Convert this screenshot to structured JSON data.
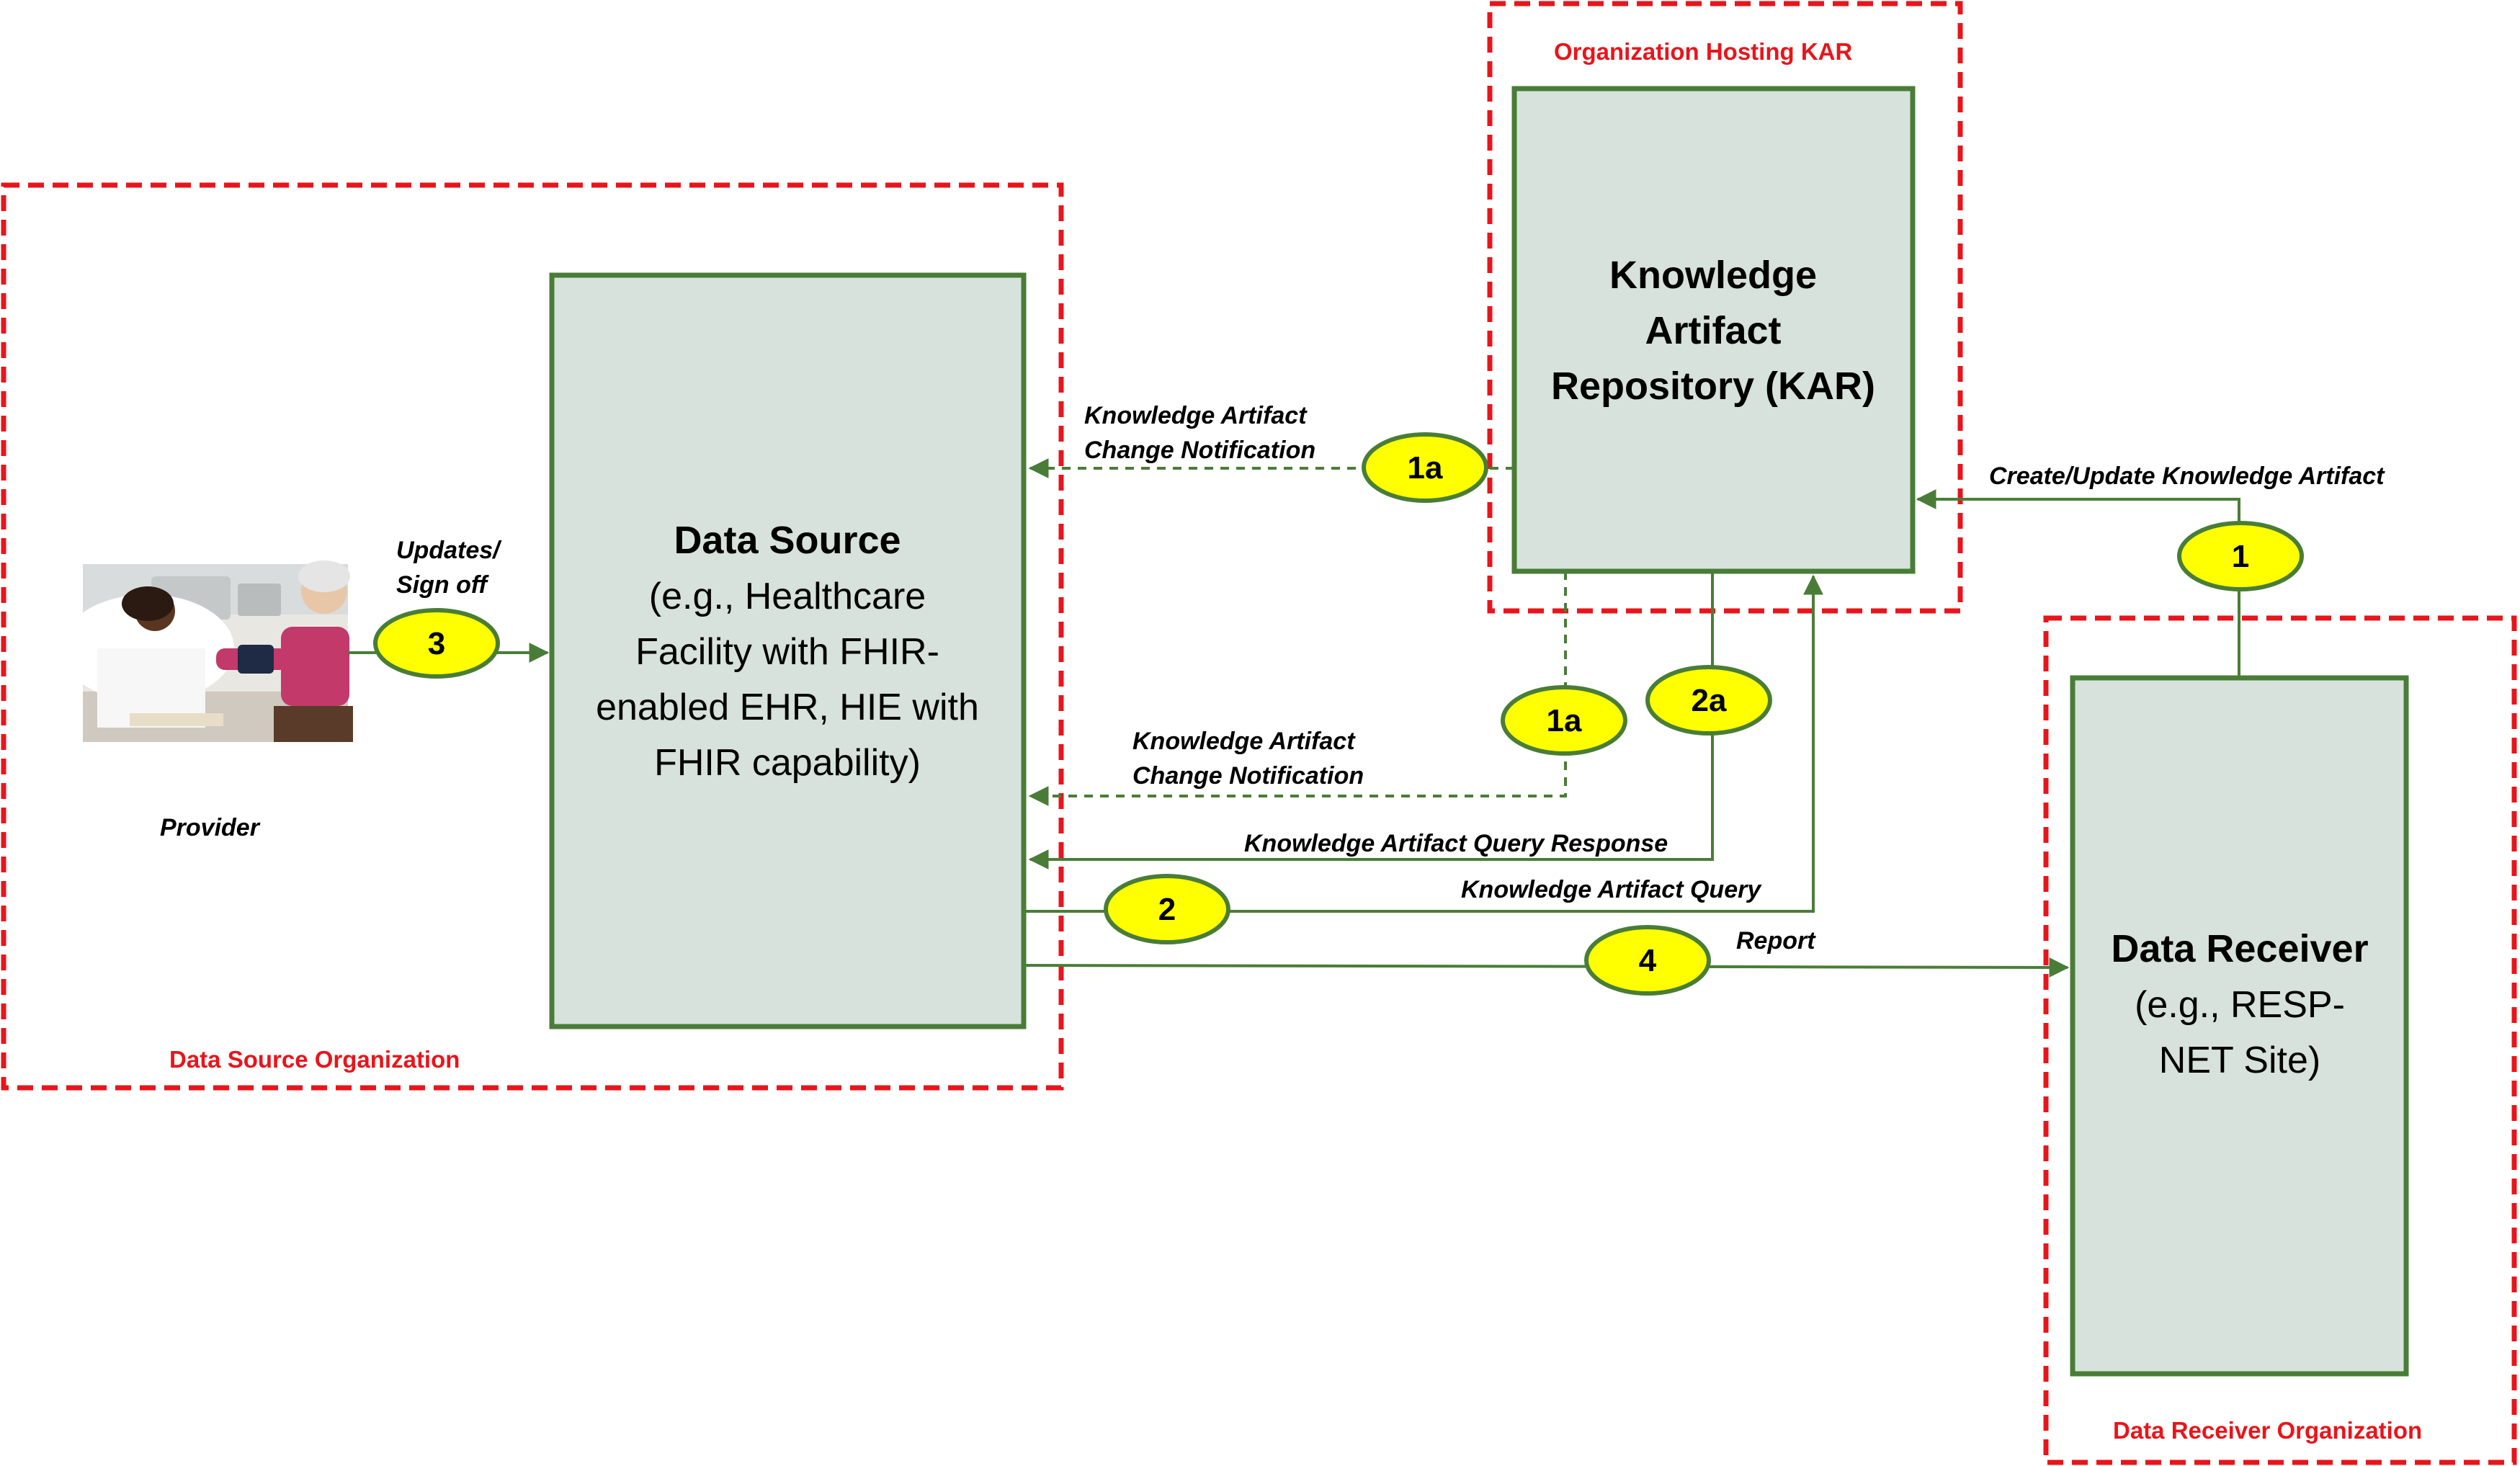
{
  "organizations": {
    "data_source_org": "Data Source Organization",
    "kar_org": "Organization Hosting KAR",
    "data_receiver_org": "Data Receiver Organization"
  },
  "nodes": {
    "data_source": {
      "title": "Data Source",
      "lines": [
        "(e.g., Healthcare",
        "Facility with FHIR-",
        "enabled EHR, HIE with",
        "FHIR capability)"
      ]
    },
    "kar": {
      "lines": [
        "Knowledge",
        "Artifact",
        "Repository (KAR)"
      ]
    },
    "data_receiver": {
      "title": "Data Receiver",
      "lines": [
        "(e.g., RESP-",
        "NET Site)"
      ]
    }
  },
  "provider": {
    "label": "Provider",
    "photo_icon": "doctor-patient-photo"
  },
  "edges": {
    "updates_signoff": [
      "Updates/",
      "Sign off"
    ],
    "change_notification_top": [
      "Knowledge Artifact",
      "Change Notification"
    ],
    "change_notification_bottom": [
      "Knowledge Artifact",
      "Change Notification"
    ],
    "query_response": "Knowledge Artifact Query Response",
    "query": "Knowledge Artifact Query",
    "report": "Report",
    "create_update": "Create/Update Knowledge Artifact"
  },
  "badges": {
    "b1": "1",
    "b1a_top": "1a",
    "b1a_bottom": "1a",
    "b2": "2",
    "b2a": "2a",
    "b3": "3",
    "b4": "4"
  },
  "colors": {
    "org_border": "#e8151b",
    "node_fill": "#d6e2db",
    "node_border": "#497d37",
    "badge_fill": "#ffff00"
  }
}
